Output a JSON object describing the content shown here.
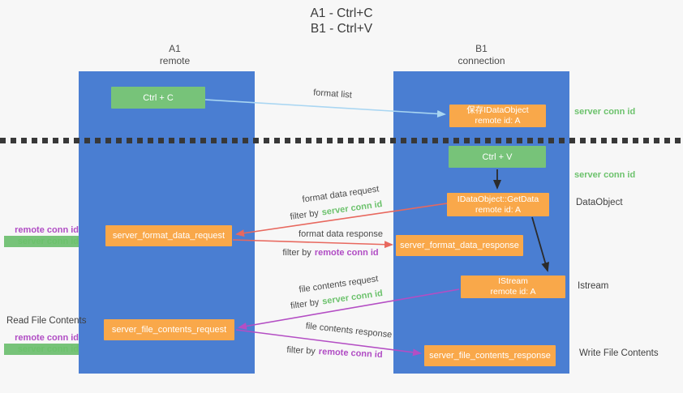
{
  "title": {
    "line1": "A1 - Ctrl+C",
    "line2": "B1 - Ctrl+V"
  },
  "lanes": {
    "a1": {
      "name": "A1",
      "sub": "remote"
    },
    "b1": {
      "name": "B1",
      "sub": "connection"
    }
  },
  "boxes": {
    "ctrl_c": {
      "label": "Ctrl + C"
    },
    "save_idataobject": {
      "label": "保存IDataObject",
      "sub": "remote id: A"
    },
    "ctrl_v": {
      "label": "Ctrl + V"
    },
    "getdata": {
      "label": "IDataObject::GetData",
      "sub": "remote id: A"
    },
    "format_request": {
      "label": "server_format_data_request"
    },
    "format_response": {
      "label": "server_format_data_response"
    },
    "istream": {
      "label": "IStream",
      "sub": "remote id: A"
    },
    "file_request": {
      "label": "server_file_contents_request"
    },
    "file_response": {
      "label": "server_file_contents_response"
    }
  },
  "arrow_labels": {
    "format_list": "format list",
    "format_data_request": "format data request",
    "format_data_response": "format data response",
    "file_contents_request": "file contents request",
    "file_contents_response": "file contents response",
    "filter_by": "filter by",
    "server_conn_id": "server conn id",
    "remote_conn_id": "remote conn id"
  },
  "side_labels": {
    "server_conn_id_top": "server conn id",
    "server_conn_id_mid": "server conn id",
    "dataobject": "DataObject",
    "istream": "Istream",
    "write_file": "Write File Contents",
    "read_file": "Read File Contents",
    "remote_conn_id": "remote conn id",
    "server_conn_id": "server conn id"
  },
  "colors": {
    "panel_blue": "#4a7ed2",
    "box_green": "#77c379",
    "box_orange": "#f9a84a",
    "arrow_blue": "#a9d6f2",
    "arrow_red": "#e8685e",
    "arrow_purple": "#b44ec4",
    "arrow_black": "#2b2b2b",
    "text_green": "#6cc26c",
    "text_purple": "#b04cc4",
    "text_dark": "#3f3f3f",
    "bg": "#f7f7f7"
  }
}
